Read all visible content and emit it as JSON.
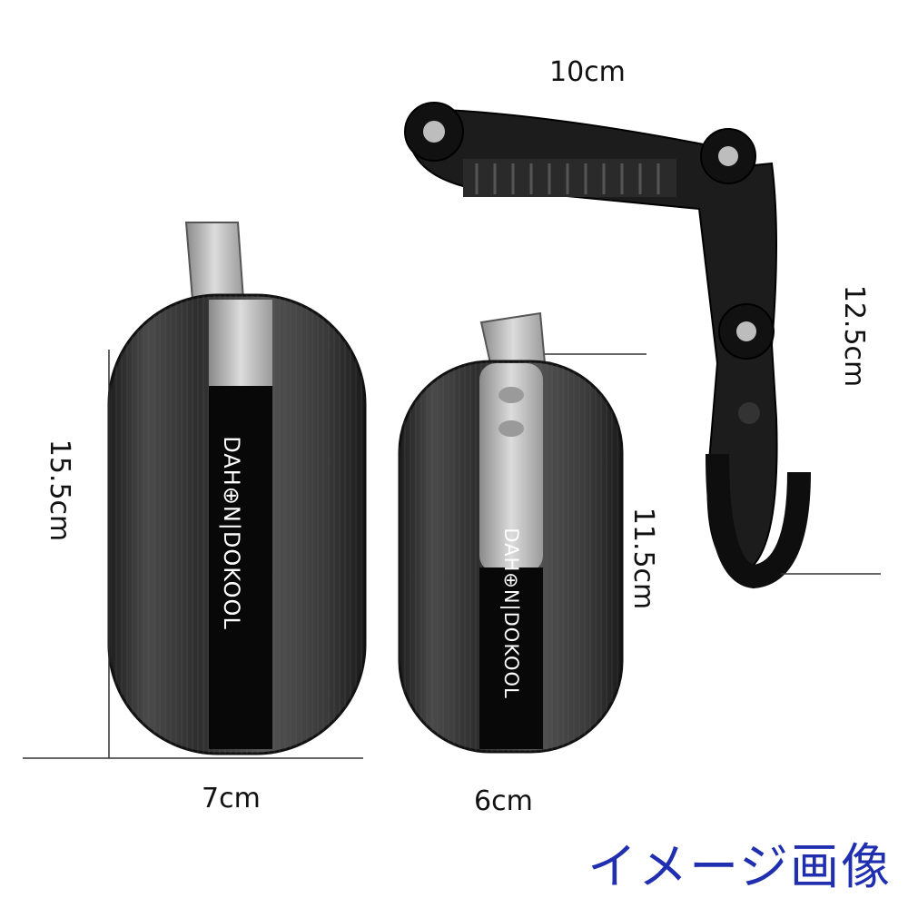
{
  "dimensions": {
    "top_arm_width": "10cm",
    "arm_height": "12.5cm",
    "large_mirror_height": "15.5cm",
    "small_mirror_height": "11.5cm",
    "large_mirror_width": "7cm",
    "small_mirror_width": "6cm"
  },
  "brand": {
    "large": "DAH⊕N|DOKOOL",
    "small": "DAH⊕N|DOKOOL"
  },
  "caption": "イメージ画像",
  "colors": {
    "mirror_body": "#3a3a3a",
    "bracket": "#1c1c1c",
    "caption": "#1f2fb0"
  }
}
